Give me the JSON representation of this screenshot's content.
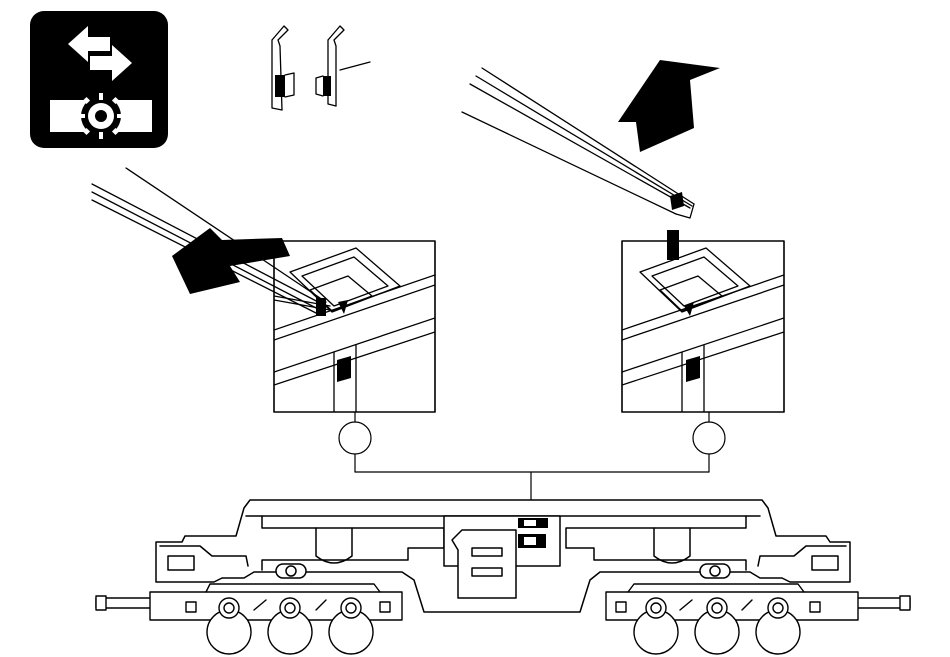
{
  "page": {
    "background": "#ffffff",
    "ink": "#000000"
  },
  "icons": {
    "mode_badge": "swap-arrows-over-wheel-icon",
    "arrow_push": "push-arrow-icon",
    "arrow_lift": "lift-arrow-icon"
  },
  "figure": {
    "panels": [
      "detail-left-insert",
      "detail-right-remove"
    ],
    "callout_circles": 2
  }
}
